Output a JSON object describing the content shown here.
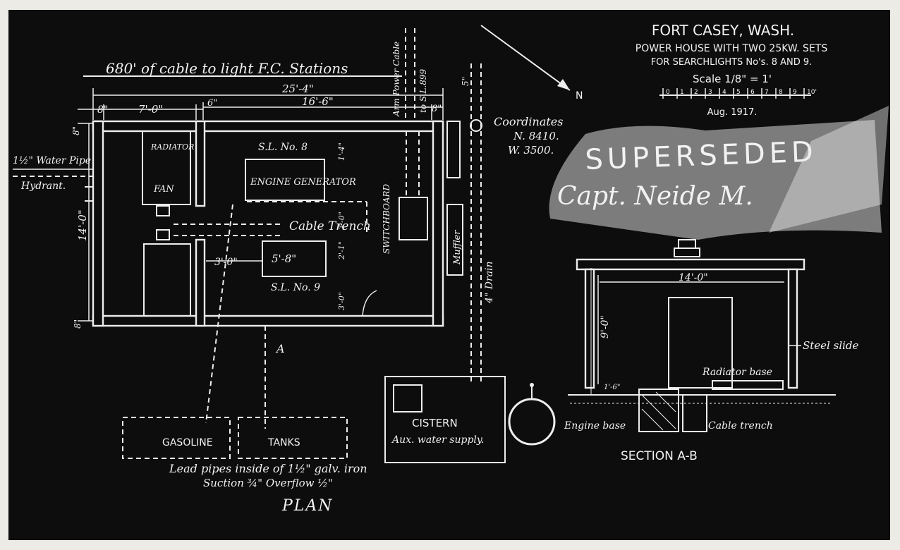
{
  "title": {
    "line1": "FORT CASEY, WASH.",
    "line2": "POWER HOUSE WITH TWO 25KW. SETS",
    "line3": "FOR SEARCHLIGHTS No's. 8 AND 9.",
    "scale": "Scale 1/8\" = 1'",
    "scale_ticks": [
      "0",
      "1",
      "2",
      "3",
      "4",
      "5",
      "6",
      "7",
      "8",
      "9",
      "10'"
    ],
    "date": "Aug. 1917."
  },
  "stamp": {
    "text": "SUPERSEDED",
    "signature": "Capt. Neide M."
  },
  "coordinates": {
    "label": "Coordinates",
    "north": "N. 8410.",
    "west": "W. 3500."
  },
  "north_arrow": "N",
  "plan": {
    "caption": "PLAN",
    "cable_note": "680' of cable to light F.C. Stations",
    "arm_power_cable": "Arm Power Cable",
    "to_sl": "to S.L.899",
    "water_pipe": "1½\" Water Pipe",
    "hydrant": "Hydrant.",
    "dims": {
      "overall": "25'-4\"",
      "right_span": "16'-6\"",
      "left_span": "7'-0\"",
      "left_wall": "8\"",
      "mid_wall": "6\"",
      "right_wall": "8\"",
      "depth": "14'-0\"",
      "top_wall": "8\"",
      "bottom_wall": "8\"",
      "aisle": "3'-0\"",
      "gen_len": "5'-8\"",
      "v1": "1'-4\"",
      "v2": "3'-0\"",
      "v3": "2'-1\"",
      "v4": "3'-0\""
    },
    "labels": {
      "radiator": "RADIATOR",
      "fan": "FAN",
      "sl8": "S.L. No. 8",
      "engine_generator": "ENGINE GENERATOR",
      "cable_trench": "Cable Trench",
      "switchboard": "SWITCHBOARD",
      "sl9": "S.L. No. 9",
      "muffler": "Muffler",
      "drain": "4\" Drain",
      "drain_top": "5\"",
      "section_mark": "A"
    },
    "tanks": {
      "gasoline": "GASOLINE",
      "tanks": "TANKS",
      "note1": "Lead pipes inside of 1½\" galv. iron",
      "note2": "Suction ¾\"   Overflow ½\""
    },
    "cistern": {
      "title": "CISTERN",
      "subtitle": "Aux. water supply."
    }
  },
  "section": {
    "caption": "SECTION A-B",
    "width": "14'-0\"",
    "height": "9'-0\"",
    "steel_slide": "Steel slide",
    "radiator_base": "Radiator base",
    "engine_base": "Engine base",
    "cable_trench": "Cable trench",
    "floor_level": "1'-6\""
  }
}
